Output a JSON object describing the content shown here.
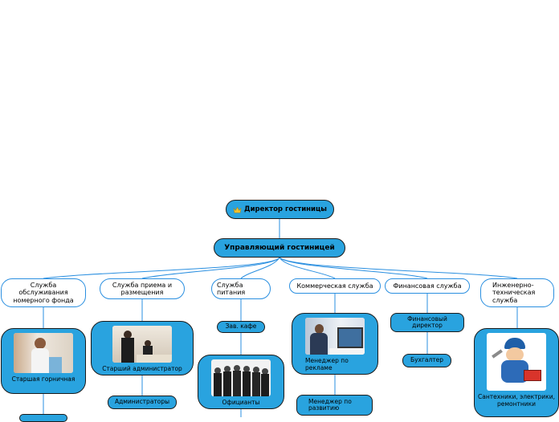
{
  "root": {
    "label": "Директор гостиницы"
  },
  "manager": {
    "label": "Управляющий гостиницей"
  },
  "departments": [
    {
      "label": "Служба обслуживания номерного фонда"
    },
    {
      "label": "Служба приема и размещения"
    },
    {
      "label": "Служба питания"
    },
    {
      "label": "Коммерческая служба"
    },
    {
      "label": "Финансовая служба"
    },
    {
      "label": "Инженерно-техническая служба"
    }
  ],
  "staff": {
    "maid": "Старшая горничная",
    "senior_admin": "Старший администратор",
    "admins": "Администраторы",
    "cafe_head": "Зав. кафе",
    "waiters": "Официанты",
    "ad_manager": "Менеджер по рекламе",
    "dev_manager": "Менеджер по развитию",
    "fin_director": "Финансовый директор",
    "accountant": "Бухгалтер",
    "technicians": "Сантехники, электрики, ремонтники"
  },
  "colors": {
    "node_blue": "#29a3df",
    "line_blue": "#2a8fe0"
  }
}
